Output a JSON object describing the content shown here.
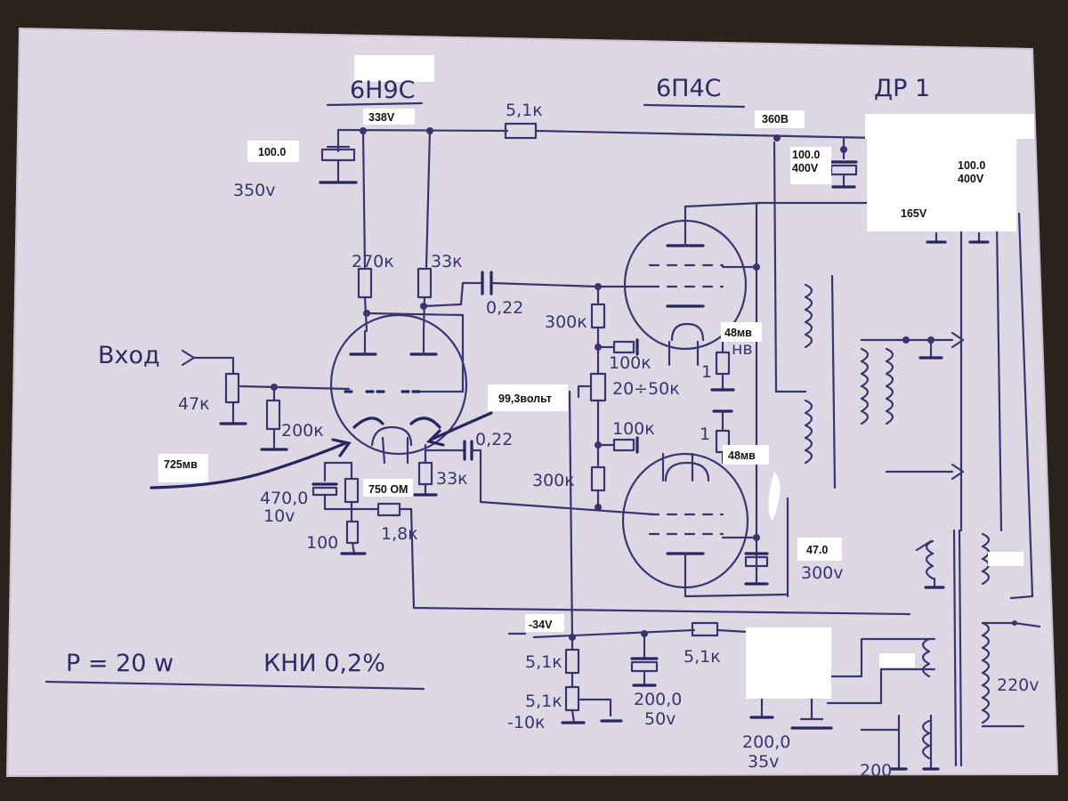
{
  "diagram": {
    "tubes": {
      "driver": "6Н9С",
      "output": "6П4С"
    },
    "choke": "ДР 1",
    "voltages": {
      "v338": "338V",
      "v360": "360B",
      "v165": "165V",
      "v34": "-34V",
      "v99": "99,3вольт"
    },
    "currents": {
      "c725": "725мв",
      "c48a": "48мв",
      "c48b": "48мв"
    },
    "capacitors": {
      "c_100_top": "100.0",
      "c_350v": "350v",
      "c_100_400_a_val": "100.0",
      "c_100_400_a_volt": "400V",
      "c_100_400_b_val": "100.0",
      "c_100_400_b_volt": "400V",
      "c_022_top": "0,22",
      "c_022_mid": "0,22",
      "c_470_val": "470,0",
      "c_470_volt": "10v",
      "c_47_val": "47.0",
      "c_47_volt": "300v",
      "c_200_a_val": "200,0",
      "c_200_a_volt": "50v",
      "c_200_b_val": "200,0",
      "c_200_b_volt": "35v"
    },
    "resistors": {
      "r_5_1k_top": "5,1к",
      "r_270k": "270к",
      "r_33k_top": "33к",
      "r_300k_top": "300к",
      "r_100k_a": "100к",
      "r_20_50k": "20÷50к",
      "r_100k_b": "100к",
      "r_300k_bot": "300к",
      "r_47k": "47к",
      "r_200k": "200к",
      "r_750": "750 OM",
      "r_33k_mid": "33к",
      "r_100": "100",
      "r_1_8k": "1,8к",
      "r_5_1k_a": "5,1к",
      "r_5_1k_b": "5,1к",
      "r_10k": "-10к",
      "r_5_1k_c": "5,1к",
      "r_1a": "1",
      "r_1b": "1",
      "r_hb": "нв"
    },
    "misc": {
      "input": "Вход",
      "v220": "220v",
      "v200": "200",
      "power": "P = 20 w",
      "thd": "КНИ 0,2%"
    }
  }
}
